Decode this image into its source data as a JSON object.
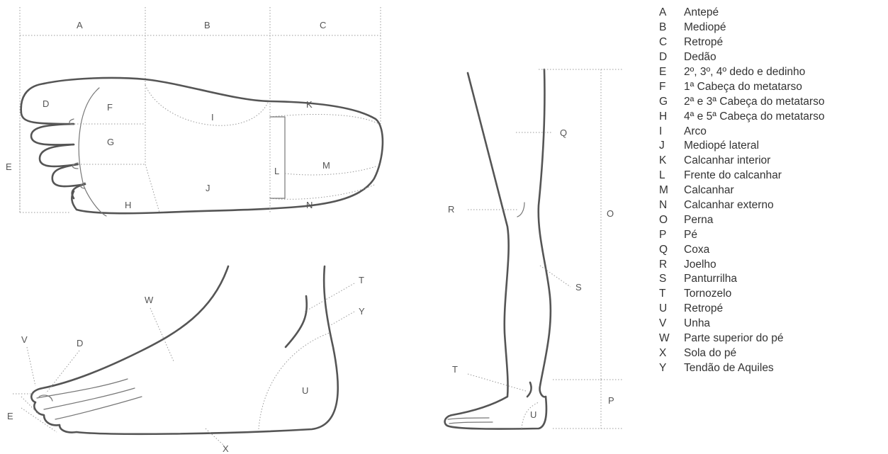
{
  "sole_labels": {
    "A": "A",
    "B": "B",
    "C": "C",
    "D": "D",
    "E": "E",
    "F": "F",
    "G": "G",
    "H": "H",
    "I": "I",
    "J": "J",
    "K": "K",
    "L": "L",
    "M": "M",
    "N": "N"
  },
  "side_labels": {
    "V": "V",
    "D": "D",
    "W": "W",
    "E": "E",
    "X": "X",
    "T": "T",
    "Y": "Y",
    "U": "U"
  },
  "leg_labels": {
    "Q": "Q",
    "R": "R",
    "O": "O",
    "S": "S",
    "T": "T",
    "P": "P",
    "U": "U"
  },
  "legend": [
    {
      "key": "A",
      "text": "Antepé"
    },
    {
      "key": "B",
      "text": "Mediopé"
    },
    {
      "key": "C",
      "text": "Retropé"
    },
    {
      "key": "D",
      "text": "Dedão"
    },
    {
      "key": "E",
      "text": "2º, 3º, 4º dedo e dedinho"
    },
    {
      "key": "F",
      "text": "1ª Cabeça do metatarso"
    },
    {
      "key": "G",
      "text": "2ª e 3ª Cabeça do metatarso"
    },
    {
      "key": "H",
      "text": "4ª e 5ª Cabeça do metatarso"
    },
    {
      "key": "I",
      "text": "Arco"
    },
    {
      "key": "J",
      "text": "Mediopé lateral"
    },
    {
      "key": "K",
      "text": "Calcanhar interior"
    },
    {
      "key": "L",
      "text": "Frente do calcanhar"
    },
    {
      "key": "M",
      "text": "Calcanhar"
    },
    {
      "key": "N",
      "text": "Calcanhar externo"
    },
    {
      "key": "O",
      "text": "Perna"
    },
    {
      "key": "P",
      "text": "Pé"
    },
    {
      "key": "Q",
      "text": "Coxa"
    },
    {
      "key": "R",
      "text": "Joelho"
    },
    {
      "key": "S",
      "text": "Panturrilha"
    },
    {
      "key": "T",
      "text": "Tornozelo"
    },
    {
      "key": "U",
      "text": "Retropé"
    },
    {
      "key": "V",
      "text": "Unha"
    },
    {
      "key": "W",
      "text": "Parte superior do pé"
    },
    {
      "key": "X",
      "text": "Sola do pé"
    },
    {
      "key": "Y",
      "text": "Tendão de Aquiles"
    }
  ]
}
